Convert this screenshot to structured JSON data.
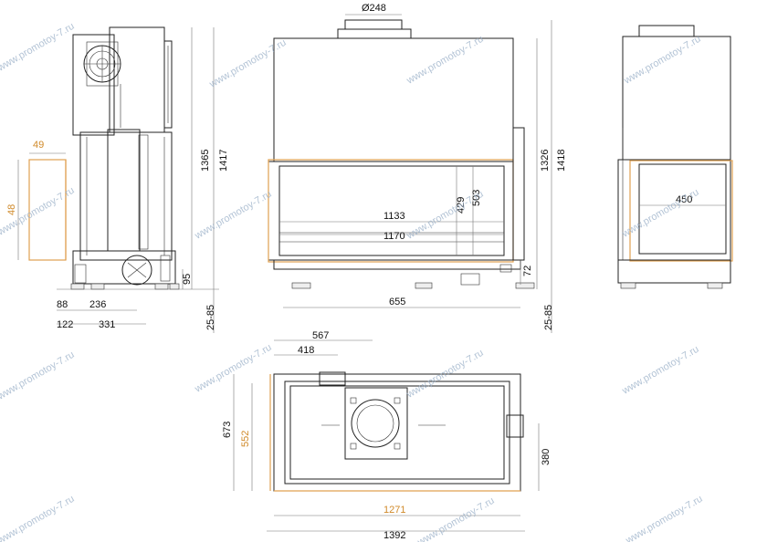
{
  "watermark": "www.promotoy-7.ru",
  "colors": {
    "line": "#222222",
    "accent": "#e0a050",
    "watermark": "#9ab0c8"
  },
  "side_left": {
    "dims": {
      "d49": "49",
      "d88": "88",
      "d236": "236",
      "d122": "122",
      "d331": "331",
      "d95": "95",
      "d1365": "1365",
      "d1417": "1417",
      "d2585": "25-85",
      "dOrange": "48"
    }
  },
  "front": {
    "dims": {
      "d248": "Ø248",
      "d1133": "1133",
      "d1170": "1170",
      "d429": "429",
      "d503": "503",
      "d655": "655",
      "d72": "72",
      "d1326": "1326",
      "d1418": "1418",
      "d2585": "25-85"
    }
  },
  "side_right": {
    "dims": {
      "d450": "450"
    }
  },
  "top": {
    "dims": {
      "d567": "567",
      "d418": "418",
      "d673": "673",
      "d552": "552",
      "d380": "380",
      "d1271": "1271",
      "d1392": "1392"
    }
  }
}
